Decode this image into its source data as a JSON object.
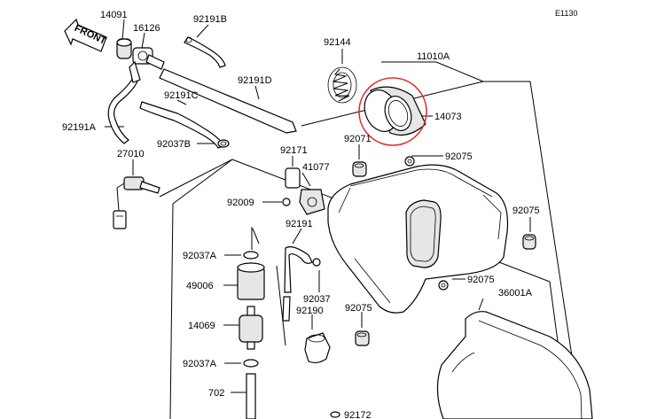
{
  "diagram_code": "E1130",
  "front_label": "FRONT",
  "highlight_color": "#e03030",
  "labels": {
    "p14091": "14091",
    "p16126": "16126",
    "p92191B": "92191B",
    "p92144": "92144",
    "p11010A": "11010A",
    "p92191D": "92191D",
    "p92191C": "92191C",
    "p14073": "14073",
    "p92191A": "92191A",
    "p92037B": "92037B",
    "p92171": "92171",
    "p92071": "92071",
    "p92075a": "92075",
    "p27010": "27010",
    "p41077": "41077",
    "p92009": "92009",
    "p92075b": "92075",
    "p92191": "92191",
    "p92037Aa": "92037A",
    "p49006": "49006",
    "p92037": "92037",
    "p92075c": "92075",
    "p92190": "92190",
    "p92075d": "92075",
    "p36001A": "36001A",
    "p14069": "14069",
    "p92037Ab": "92037A",
    "p702": "702",
    "p92172": "92172"
  }
}
